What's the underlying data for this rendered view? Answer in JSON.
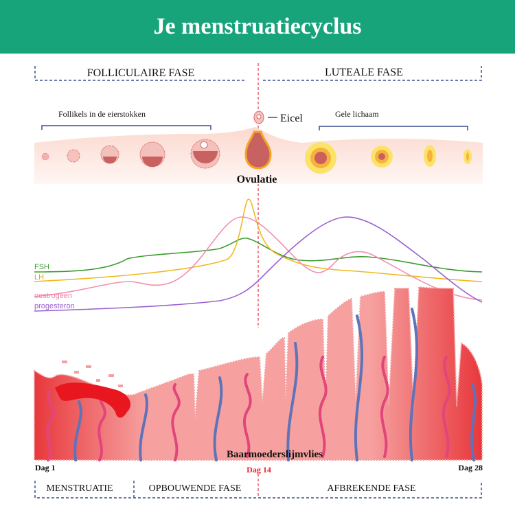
{
  "title": "Je menstruatiecyclus",
  "top_phases": {
    "left": "FOLLICULAIRE FASE",
    "right": "LUTEALE FASE"
  },
  "ovary": {
    "follicles_label": "Follikels in de eierstokken",
    "egg_label": "Eicel",
    "corpus_luteum_label": "Gele lichaam",
    "ovulation_label": "Ovulatie"
  },
  "hormones": [
    {
      "name": "FSH",
      "color": "#3a9b2e"
    },
    {
      "name": "LH",
      "color": "#f0b820"
    },
    {
      "name": "oestrogeen",
      "color": "#f28fae"
    },
    {
      "name": "progesteron",
      "color": "#9a5fd0"
    }
  ],
  "endometrium_label": "Baarmoederslijmvlies",
  "days": {
    "start": "Dag 1",
    "middle": "Dag 14",
    "end": "Dag 28"
  },
  "bottom_phases": [
    "MENSTRUATIE",
    "OPBOUWENDE FASE",
    "AFBREKENDE FASE"
  ],
  "colors": {
    "header": "#18a47b",
    "bracket": "#3b4f8f",
    "ovulation_line": "#e8454f"
  }
}
